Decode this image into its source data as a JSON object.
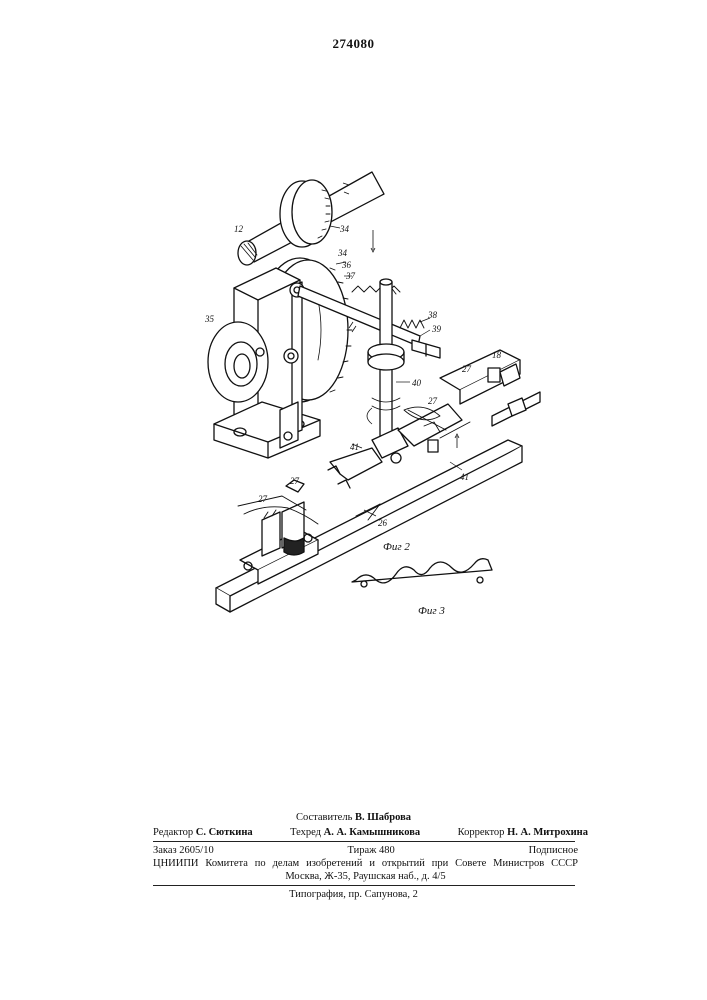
{
  "patent_number": "274080",
  "drawing": {
    "labels": {
      "l12": "12",
      "l34a": "34",
      "l34b": "34",
      "l36": "36",
      "l37": "37",
      "l35": "35",
      "l38": "38",
      "l39": "39",
      "l40": "40",
      "l18": "18",
      "l27a": "27",
      "l27b": "27",
      "l27c": "27",
      "l27d": "27",
      "l41a": "41",
      "l41b": "41",
      "l26": "26"
    },
    "fig2_caption": "Фиг 2",
    "fig3_caption": "Фиг 3"
  },
  "footer": {
    "compiler_label": "Составитель",
    "compiler_name": "В. Шаброва",
    "editor_label": "Редактор",
    "editor_name": "С. Сюткина",
    "techred_label": "Техред",
    "techred_name": "А. А. Камышникова",
    "corrector_label": "Корректор",
    "corrector_name": "Н. А. Митрохина",
    "order": "Заказ 2605/10",
    "circulation": "Тираж 480",
    "subscription": "Подписное",
    "organization": "ЦНИИПИ Комитета по делам изобретений и открытий при Совете Министров СССР",
    "address": "Москва, Ж-35, Раушская наб., д. 4/5",
    "printer": "Типография, пр. Сапунова, 2"
  }
}
